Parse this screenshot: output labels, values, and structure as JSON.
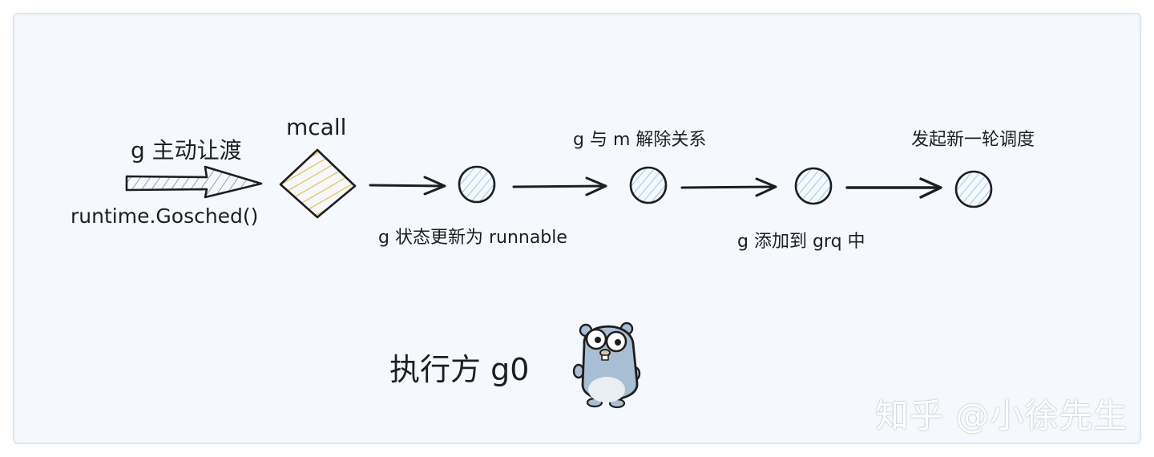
{
  "labels": {
    "yield_title": "g 主动让渡",
    "gosched_call": "runtime.Gosched()",
    "mcall": "mcall",
    "status_update": "g 状态更新为 runnable",
    "detach_m": "g 与 m 解除关系",
    "add_grq": "g 添加到 grq 中",
    "new_schedule": "发起新一轮调度",
    "executor": "执行方 g0"
  },
  "watermark": "知乎 @小徐先生",
  "colors": {
    "background": "#f5f9fd",
    "diamond_fill": "#f5b82a",
    "circle_hatch": "#8fc6ea",
    "arrow_hatch": "#9aa0a8",
    "gopher_body": "#a7bed3",
    "stroke": "#1e1e1e"
  }
}
